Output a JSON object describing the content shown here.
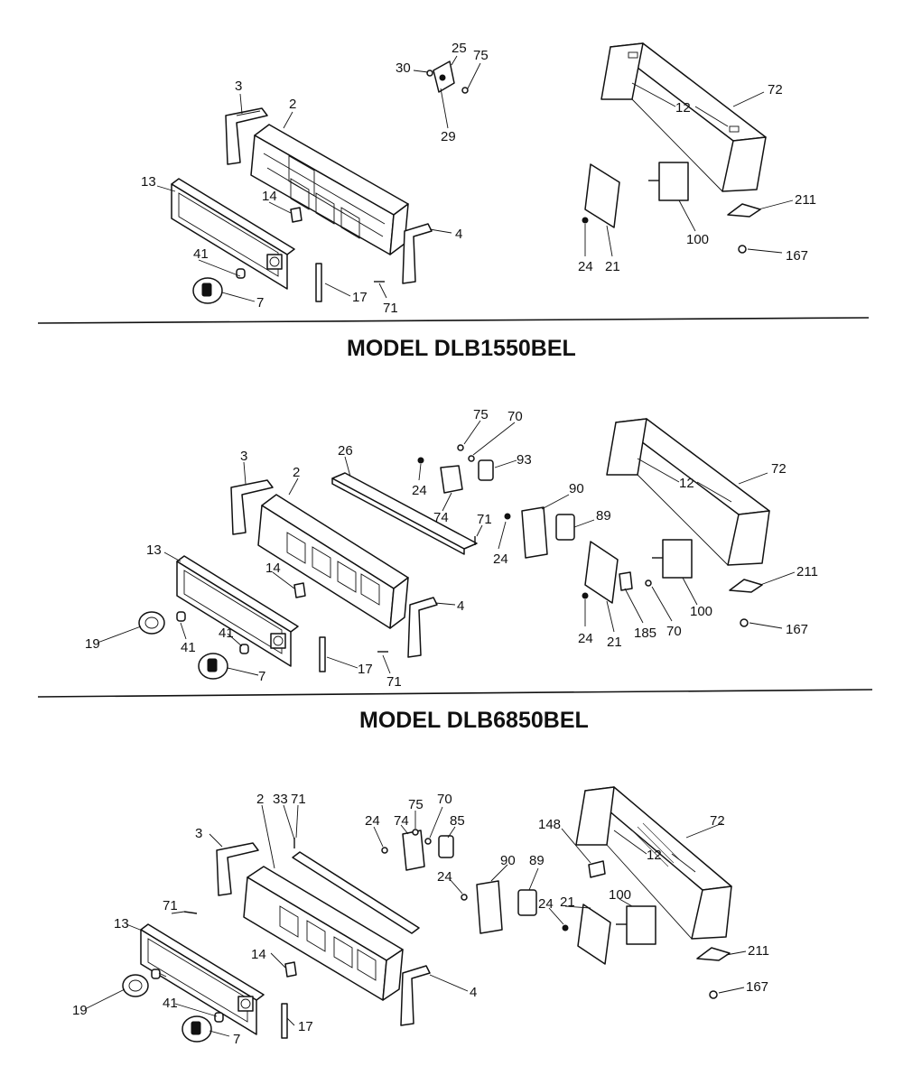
{
  "models": [
    {
      "title": "MODEL DLB1550BEL"
    },
    {
      "title": "MODEL DLB6850BEL"
    }
  ],
  "sections": [
    {
      "callouts": {
        "c30": "30",
        "c25": "25",
        "c75": "75",
        "c29": "29",
        "c3": "3",
        "c2": "2",
        "c72": "72",
        "c12": "12",
        "c13": "13",
        "c14": "14",
        "c211": "211",
        "c4": "4",
        "c100": "100",
        "c24": "24",
        "c21": "21",
        "c167": "167",
        "c41": "41",
        "c7": "7",
        "c17": "17",
        "c71": "71"
      }
    },
    {
      "callouts": {
        "c75": "75",
        "c70a": "70",
        "c93": "93",
        "c26": "26",
        "c3": "3",
        "c2": "2",
        "c24a": "24",
        "c74": "74",
        "c71a": "71",
        "c90": "90",
        "c89": "89",
        "c24b": "24",
        "c72": "72",
        "c12": "12",
        "c13": "13",
        "c14": "14",
        "c211": "211",
        "c4": "4",
        "c100": "100",
        "c24c": "24",
        "c21": "21",
        "c185": "185",
        "c70b": "70",
        "c167": "167",
        "c19": "19",
        "c41a": "41",
        "c41b": "41",
        "c7": "7",
        "c17": "17",
        "c71b": "71"
      }
    },
    {
      "callouts": {
        "c2": "2",
        "c33": "33",
        "c71a": "71",
        "c75": "75",
        "c70": "70",
        "c24a": "24",
        "c74": "74",
        "c85": "85",
        "c72": "72",
        "c3": "3",
        "c148": "148",
        "c12": "12",
        "c24b": "24",
        "c90": "90",
        "c89": "89",
        "c21": "21",
        "c100": "100",
        "c24c": "24",
        "c71b": "71",
        "c13": "13",
        "c211": "211",
        "c14": "14",
        "c4": "4",
        "c167": "167",
        "c19": "19",
        "c41": "41",
        "c17": "17",
        "c7": "7"
      }
    }
  ]
}
